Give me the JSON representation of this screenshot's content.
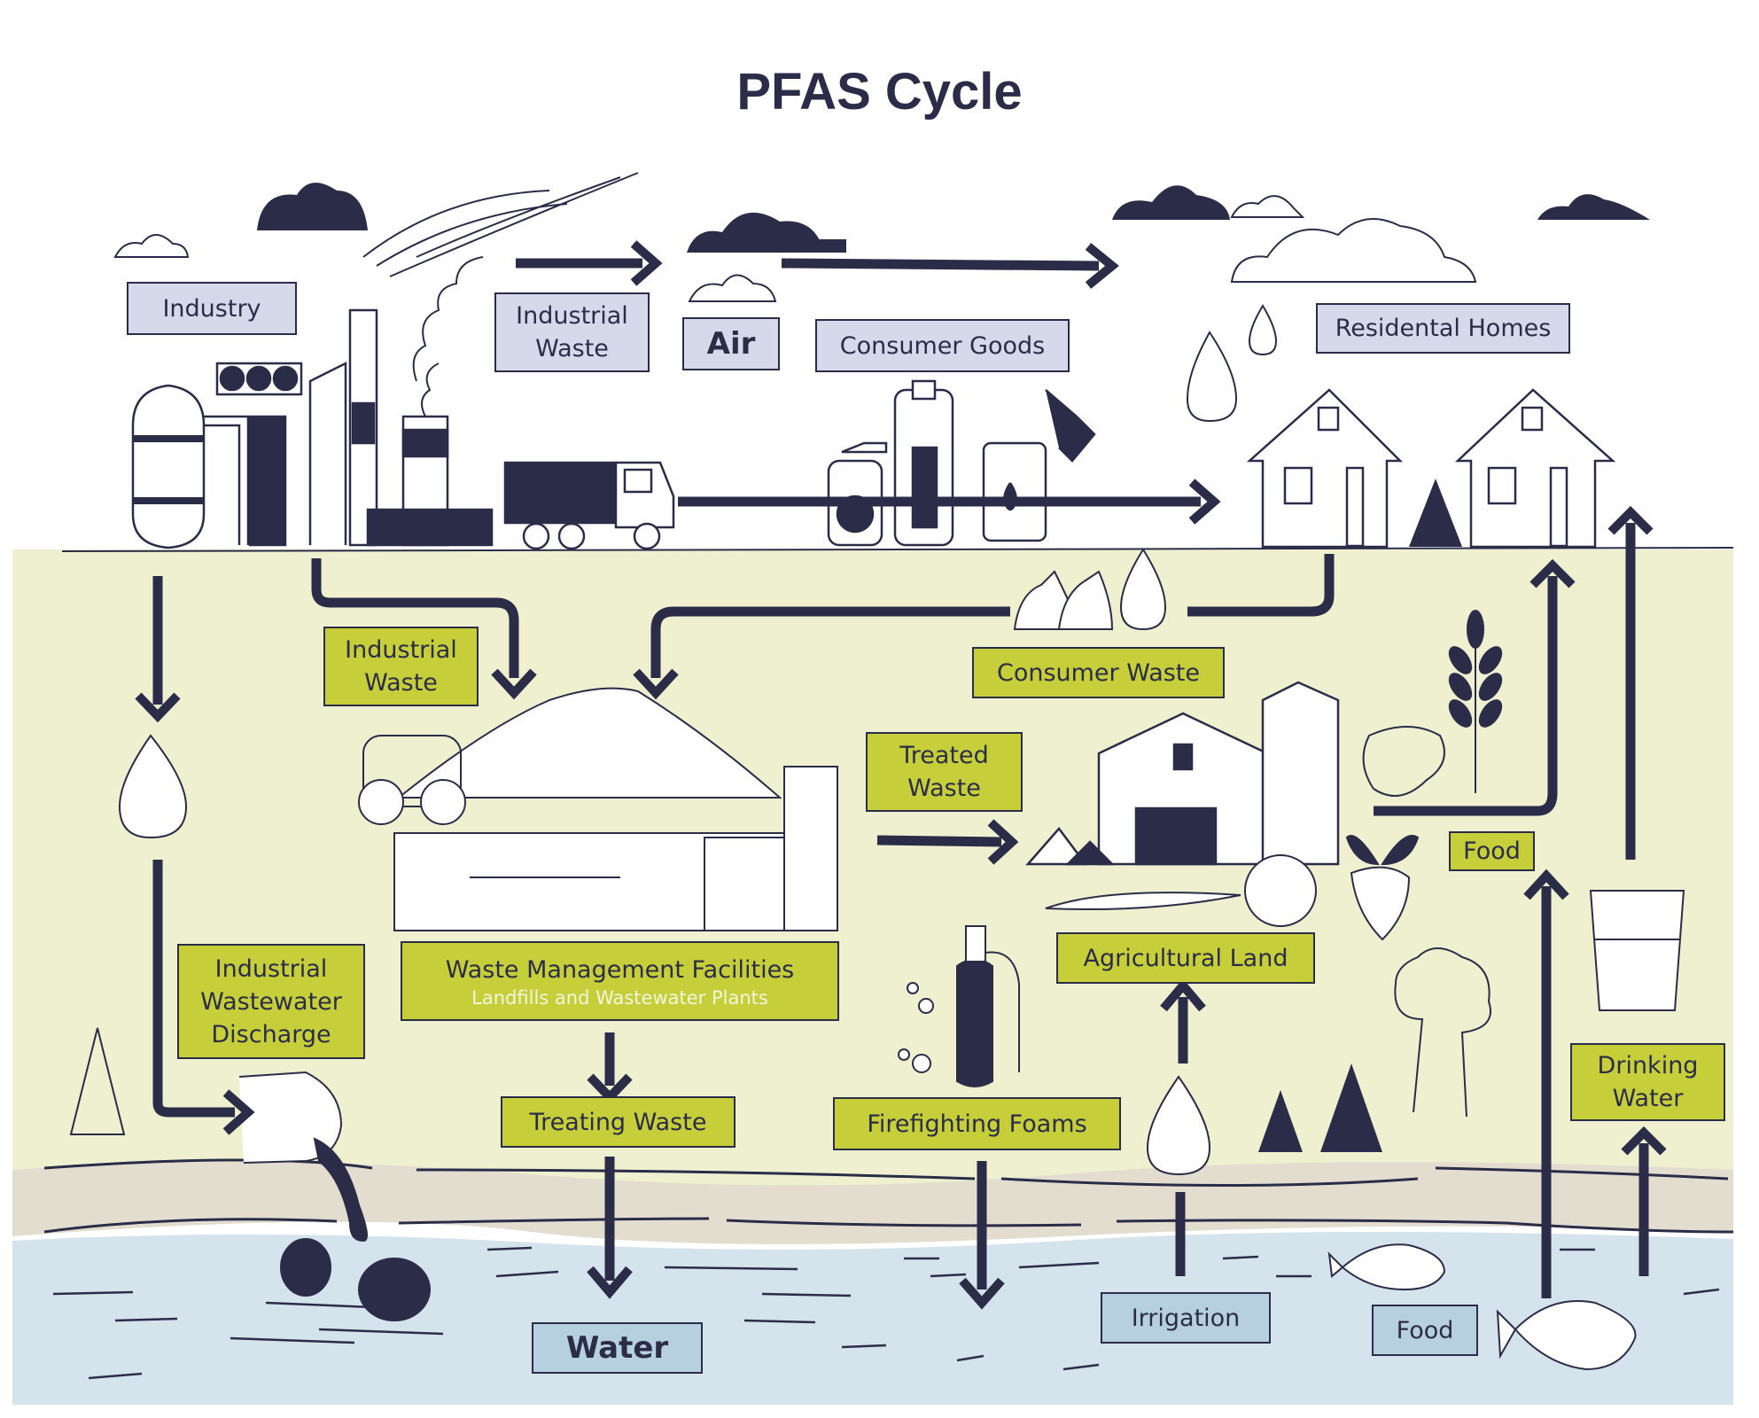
{
  "title": "PFAS Cycle",
  "colors": {
    "ink": "#2b2d48",
    "surface_label": "#d6d9ea",
    "ground_label": "#c6cf3a",
    "water_label": "#b7d0e0",
    "ground_bg": "#eef0cf",
    "sand_bg": "#e3ddd0",
    "water_bg": "#d4e3ec"
  },
  "labels": {
    "industry": "Industry",
    "industrial_waste_air": [
      "Industrial",
      "Waste"
    ],
    "air": "Air",
    "consumer_goods": "Consumer Goods",
    "residential_homes": "Residental Homes",
    "industrial_waste_ground": [
      "Industrial",
      "Waste"
    ],
    "consumer_waste": "Consumer Waste",
    "treated_waste": [
      "Treated",
      "Waste"
    ],
    "food_ground": "Food",
    "agricultural_land": "Agricultural Land",
    "waste_management": "Waste Management Facilities",
    "waste_management_sub": "Landfills and Wastewater Plants",
    "industrial_wastewater_discharge": [
      "Industrial",
      "Wastewater",
      "Discharge"
    ],
    "treating_waste": "Treating Waste",
    "firefighting_foams": "Firefighting Foams",
    "drinking_water": [
      "Drinking",
      "Water"
    ],
    "water": "Water",
    "irrigation": "Irrigation",
    "food_water": "Food"
  },
  "flows": [
    {
      "from": "Industrial Waste",
      "to": "Air"
    },
    {
      "from": "Air",
      "to": "Residental Homes"
    },
    {
      "from": "Consumer Goods",
      "to": "Residental Homes"
    },
    {
      "from": "Industry",
      "to": "Industrial Wastewater Discharge"
    },
    {
      "from": "Industry",
      "to": "Waste Management Facilities"
    },
    {
      "from": "Residental Homes",
      "to": "Waste Management Facilities",
      "via": "Consumer Waste"
    },
    {
      "from": "Waste Management Facilities",
      "to": "Agricultural Land",
      "via": "Treated Waste"
    },
    {
      "from": "Agricultural Land",
      "to": "Residental Homes",
      "via": "Food"
    },
    {
      "from": "Waste Management Facilities",
      "to": "Water",
      "via": "Treating Waste"
    },
    {
      "from": "Firefighting Foams",
      "to": "Water"
    },
    {
      "from": "Water",
      "to": "Agricultural Land",
      "via": "Irrigation"
    },
    {
      "from": "Water",
      "to": "Residental Homes",
      "via": "Food"
    },
    {
      "from": "Water",
      "to": "Residental Homes",
      "via": "Drinking Water"
    }
  ]
}
